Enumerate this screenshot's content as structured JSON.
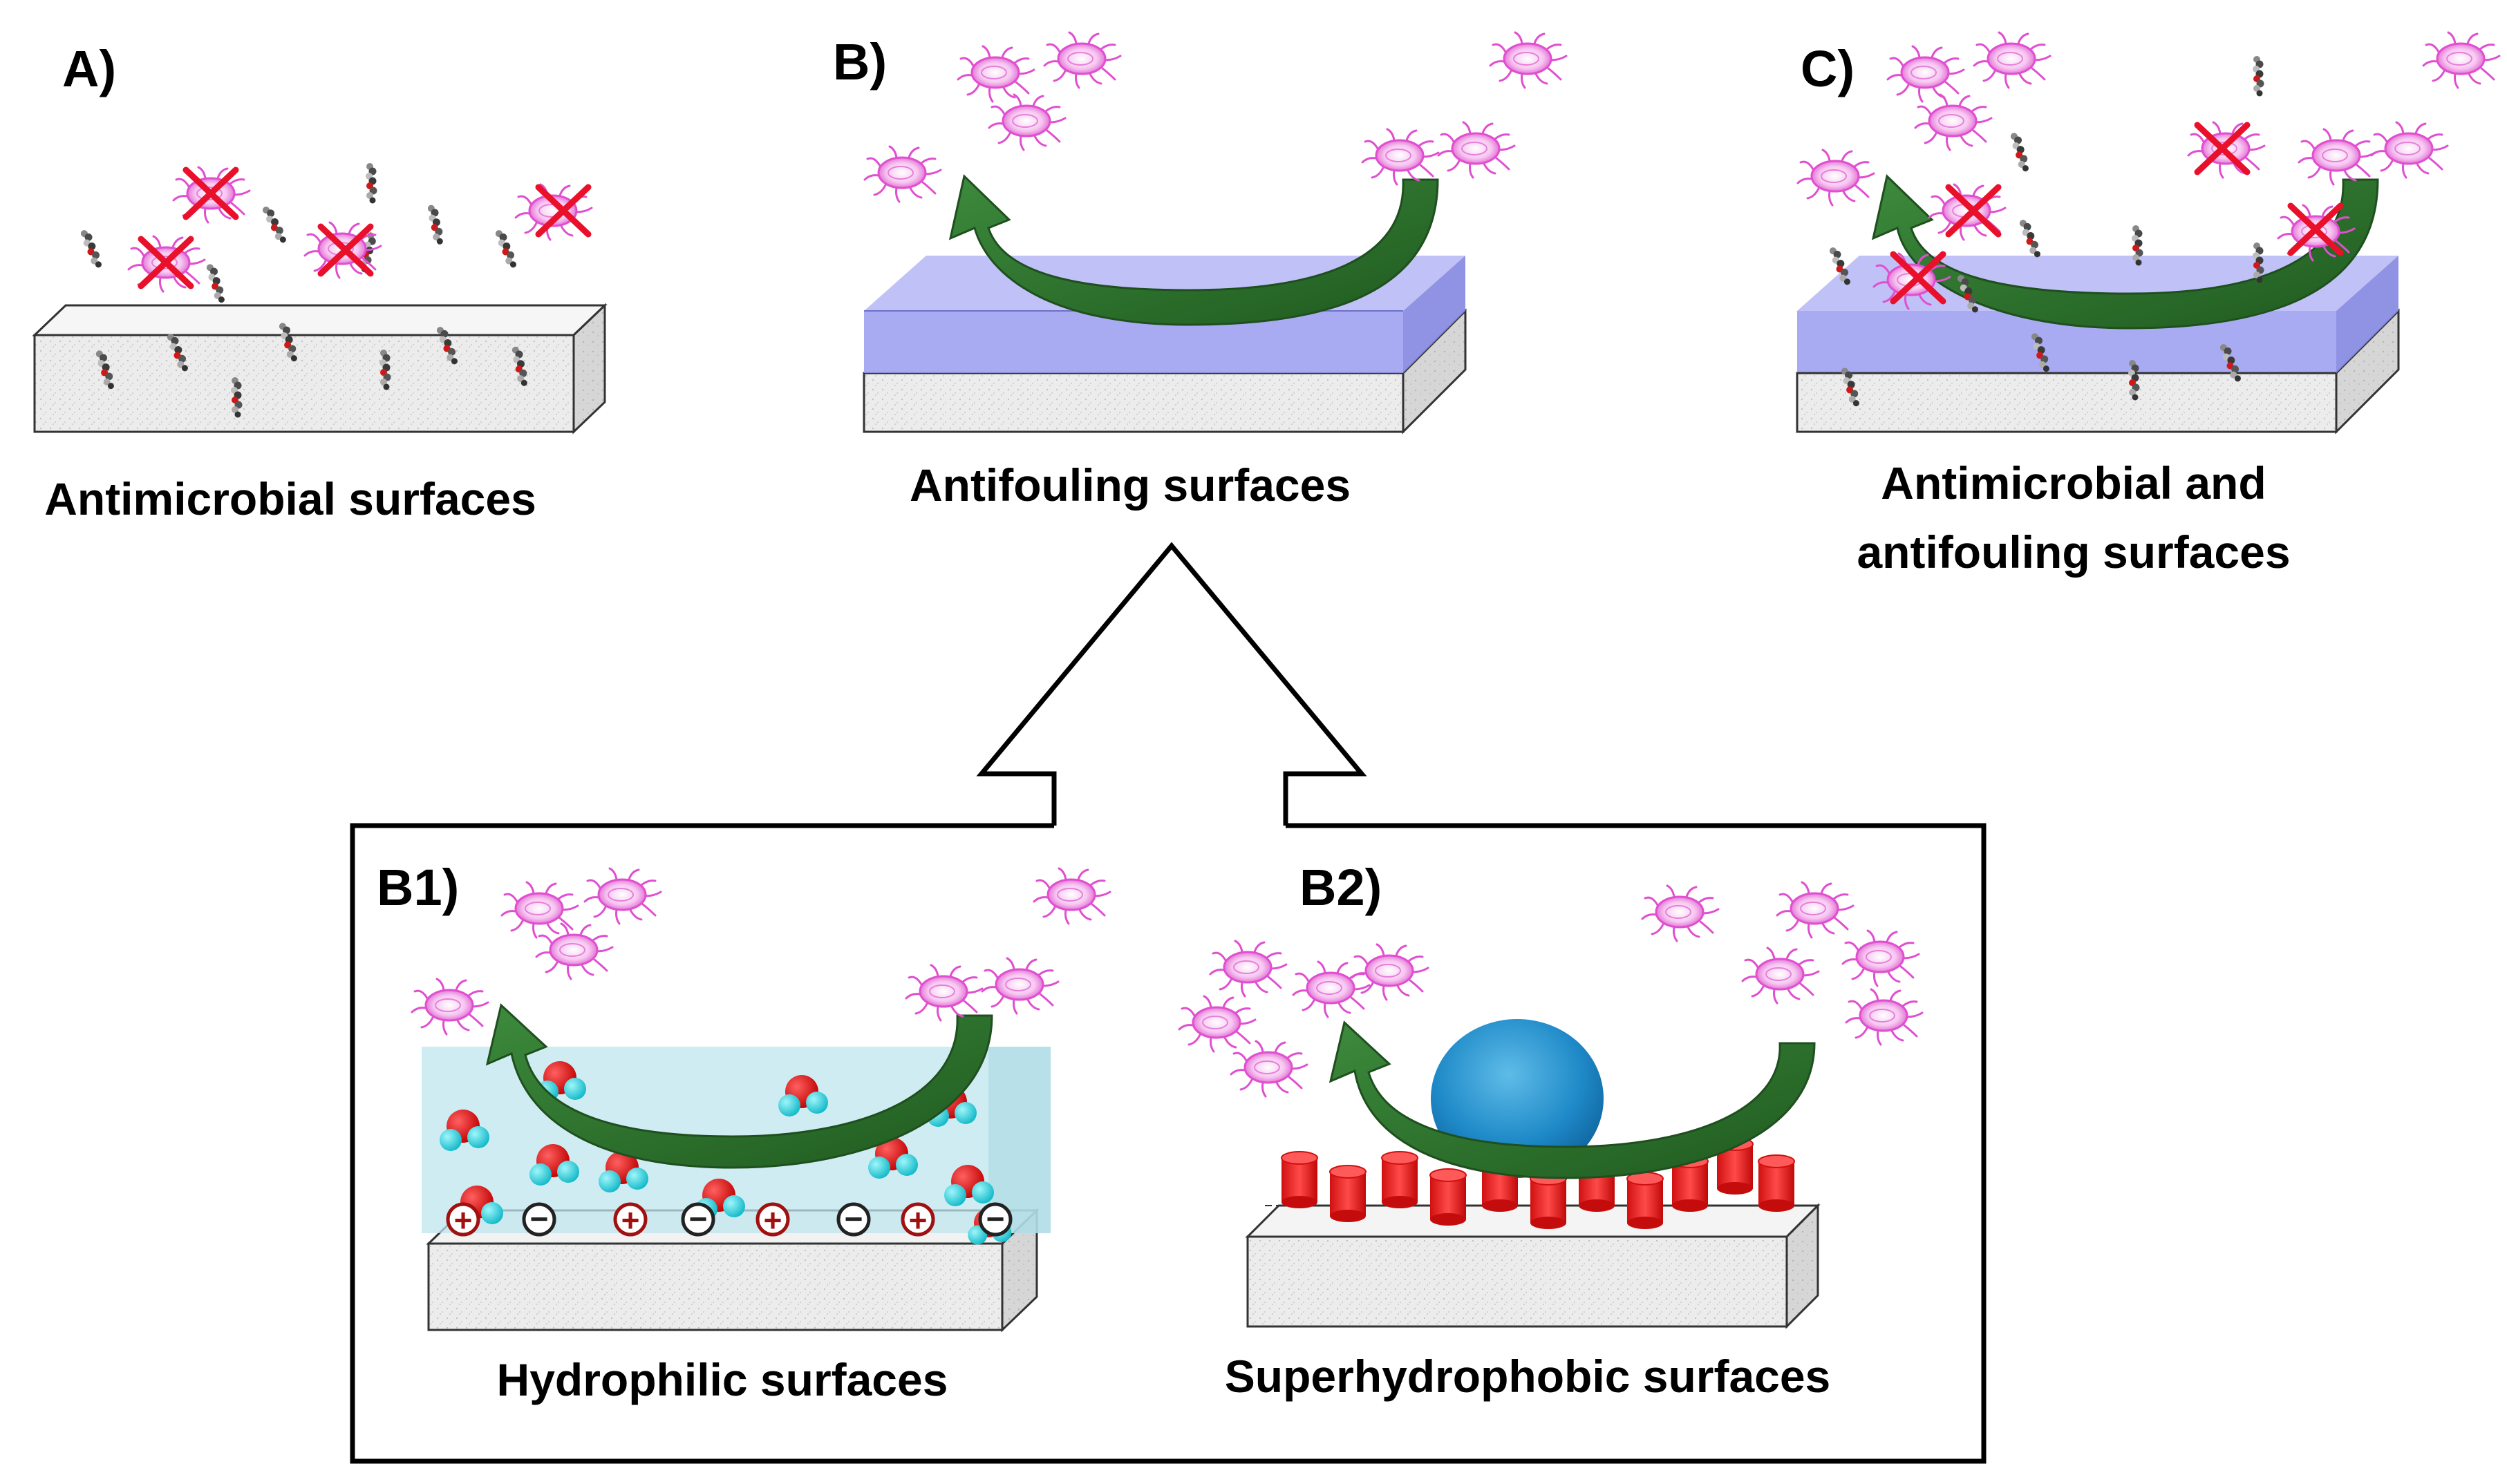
{
  "panels": {
    "a": {
      "letter": "A)",
      "caption": "Antimicrobial surfaces"
    },
    "b": {
      "letter": "B)",
      "caption": "Antifouling surfaces"
    },
    "c": {
      "letter": "C)",
      "caption_line1": "Antimicrobial and",
      "caption_line2": "antifouling surfaces"
    },
    "b1": {
      "letter": "B1)",
      "caption": "Hydrophilic surfaces"
    },
    "b2": {
      "letter": "B2)",
      "caption": "Superhydrophobic surfaces"
    }
  },
  "colors": {
    "bacteria": "#e04fd0",
    "cross": "#e8102a",
    "arrow": "#2e6e2e",
    "coating": "#8a8ef0",
    "hydration": "#bfe6ee",
    "water_oxygen": "#e01010",
    "water_hydrogen": "#20d0d8",
    "droplet": "#1e88c8",
    "pillar": "#ee2020",
    "positive_charge": "#a01010"
  },
  "icons": {
    "bacterium": "bacterium-icon",
    "molecule": "antimicrobial-molecule-icon",
    "kill_mark": "cross-icon",
    "repel_arrow": "curved-arrow-icon"
  },
  "charges": {
    "positive": "+",
    "negative": "−"
  }
}
